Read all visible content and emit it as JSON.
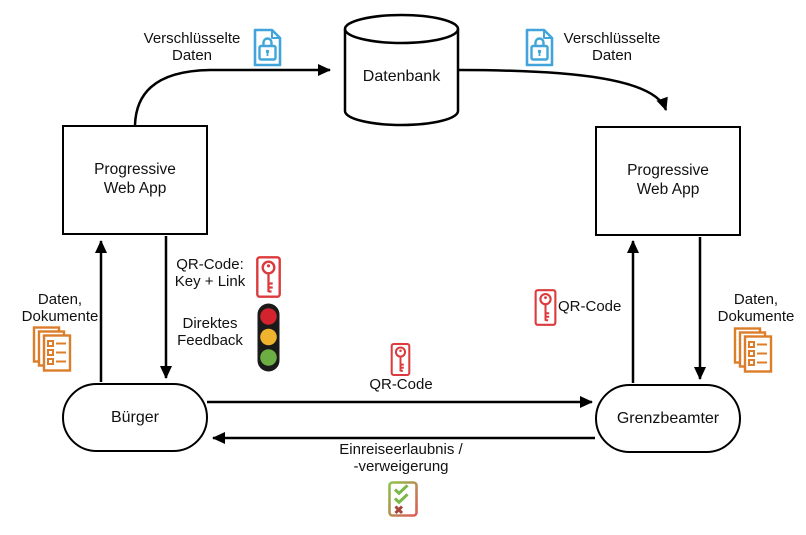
{
  "nodes": {
    "pwa_left": {
      "label": "Progressive\nWeb App"
    },
    "datenbank": {
      "label": "Datenbank"
    },
    "pwa_right": {
      "label": "Progressive\nWeb App"
    },
    "buerger": {
      "label": "Bürger"
    },
    "grenzbeamter": {
      "label": "Grenzbeamter"
    }
  },
  "edge_labels": {
    "encrypted_left": "Verschlüsselte\nDaten",
    "encrypted_right": "Verschlüsselte\nDaten",
    "qr_key_link": "QR-Code:\nKey + Link",
    "direct_feedback": "Direktes\nFeedback",
    "data_documents_left": "Daten,\nDokumente",
    "data_documents_right": "Daten,\nDokumente",
    "qr_code_middle": "QR-Code",
    "qr_code_right": "QR-Code",
    "entry_permit": "Einreiseerlaubnis /\n-verweigerung"
  },
  "icons": {
    "encrypted_document": {
      "name": "document-lock-icon",
      "color": "#41A5DC"
    },
    "qr_key": {
      "name": "key-icon",
      "color": "#DC3B3D"
    },
    "documents_stack": {
      "name": "documents-list-icon",
      "color": "#DC7D2A"
    },
    "traffic_light": {
      "name": "traffic-light-icon",
      "body": "#1A1A1A",
      "red": "#D2232E",
      "amber": "#F0B32E",
      "green": "#6CAE44"
    },
    "decision_checklist": {
      "name": "checklist-icon",
      "check": "#7AB648",
      "cross": "#A6453C",
      "border_top": "#8BC34A",
      "border_bottom": "#E2595A"
    }
  },
  "colors": {
    "stroke": "#000000",
    "background": "#FFFFFF",
    "text": "#111111"
  }
}
